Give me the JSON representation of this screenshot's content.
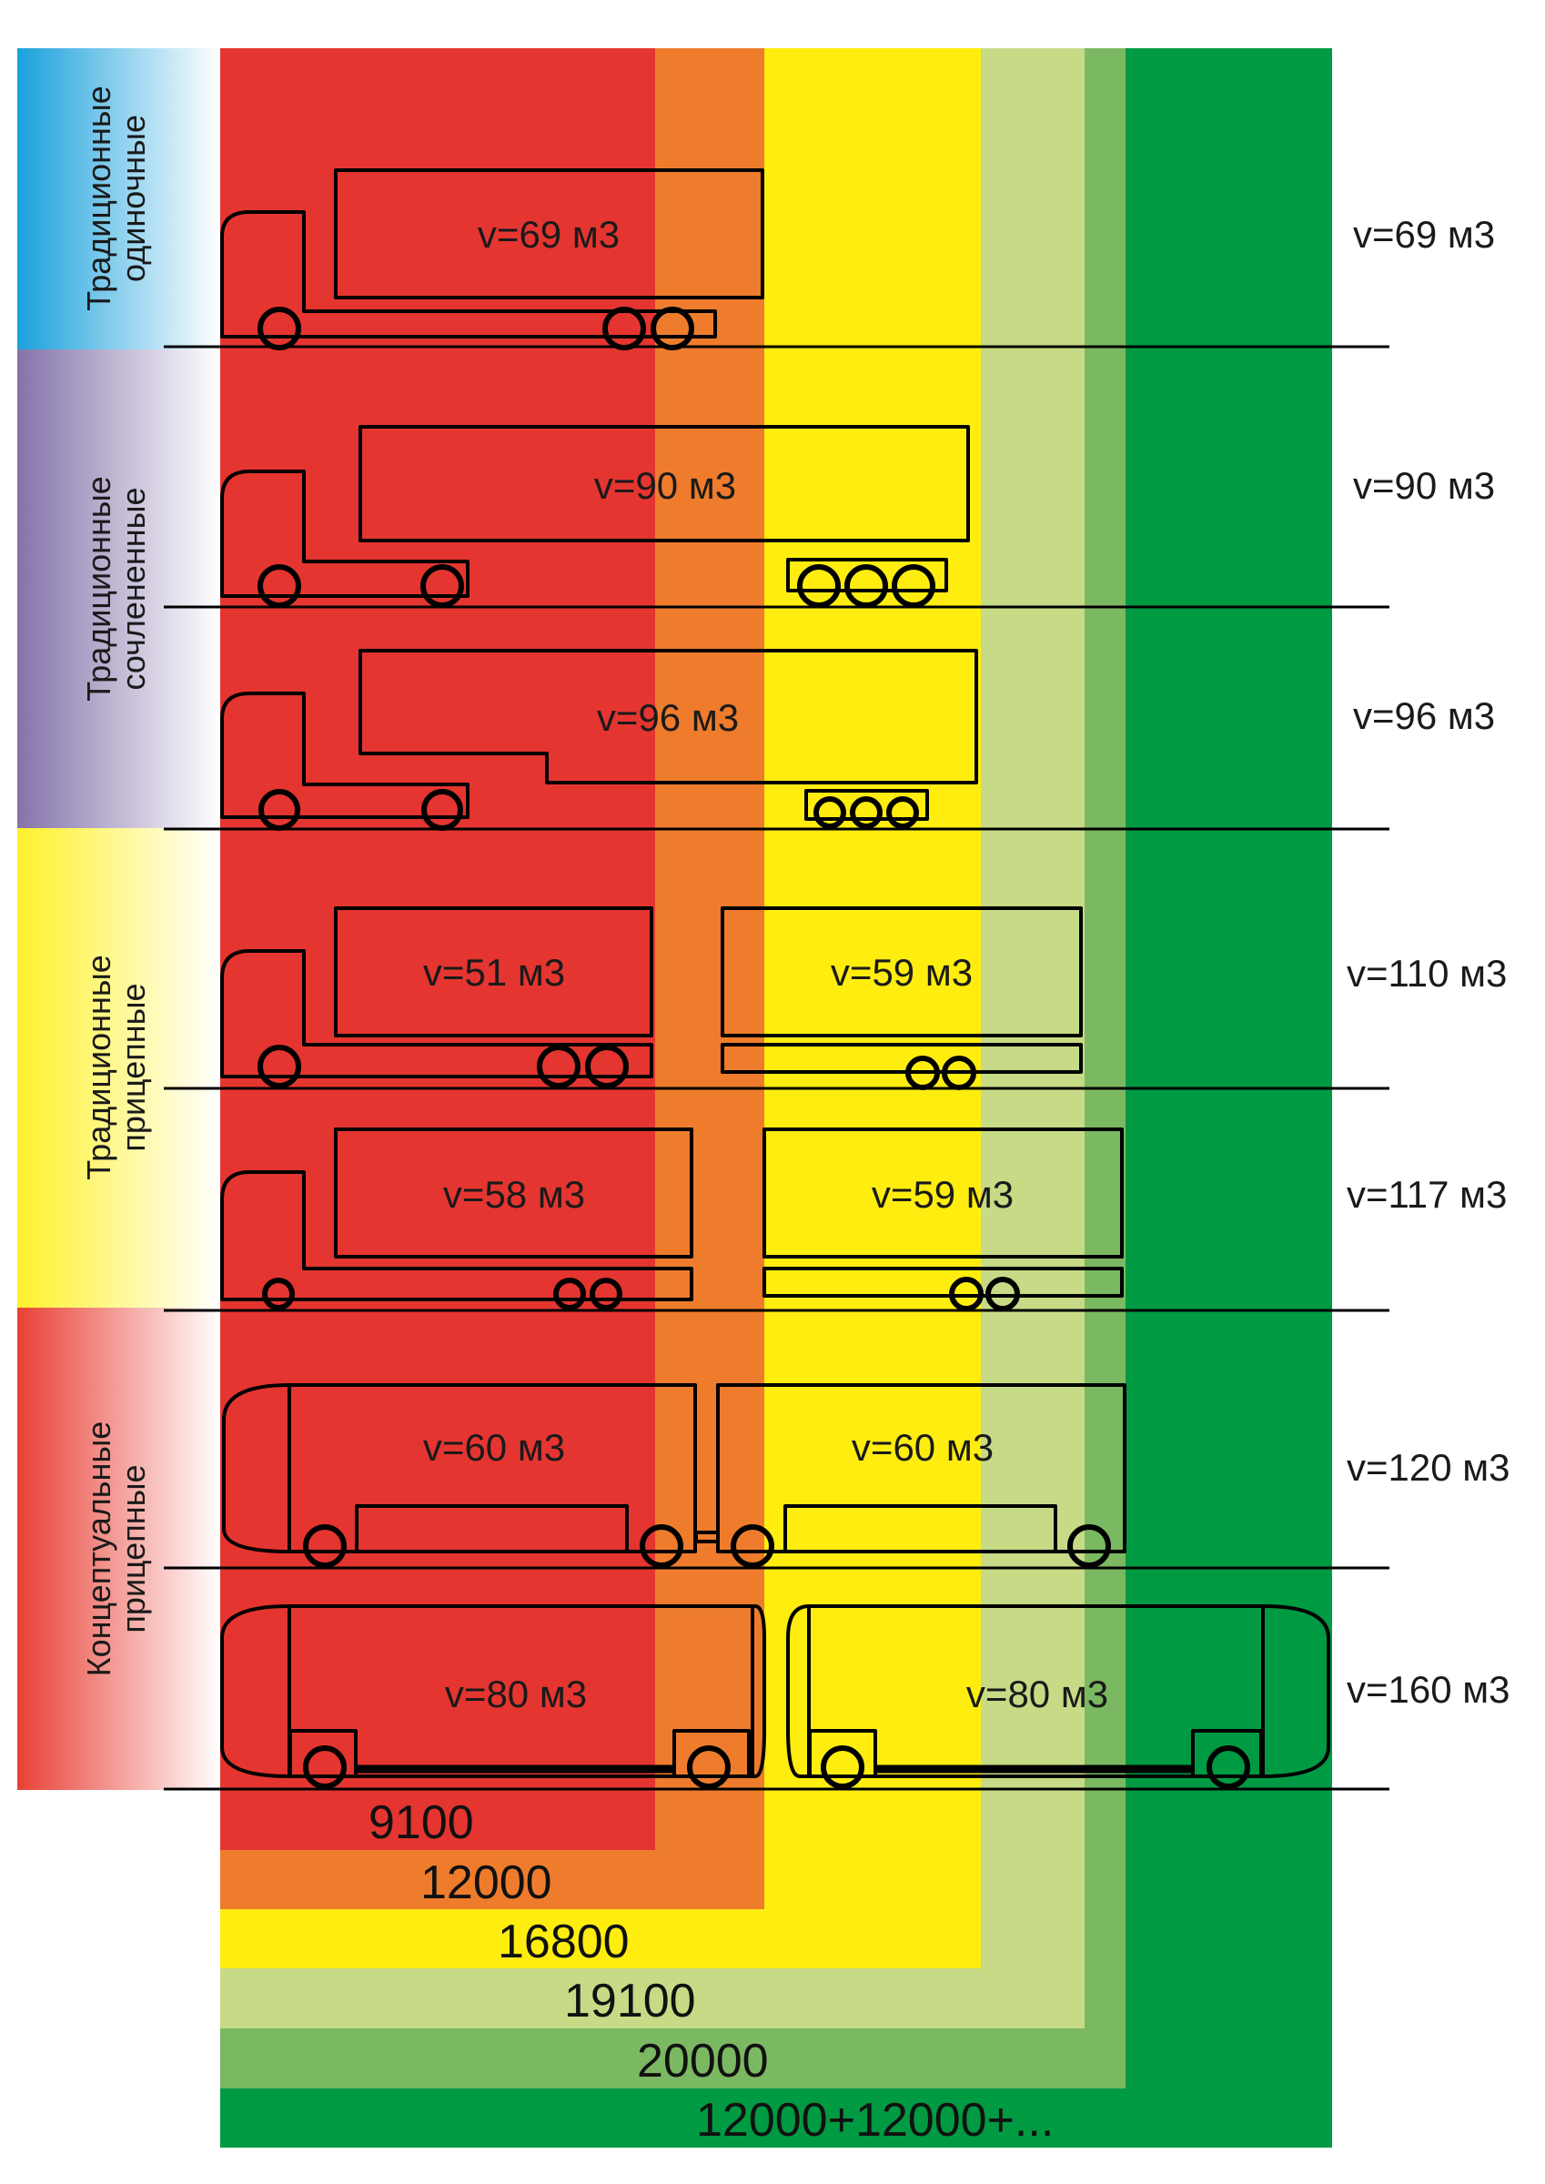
{
  "colors": {
    "zone_9100": "#e53530",
    "zone_12000": "#ee7c2c",
    "zone_16800": "#ffed10",
    "zone_19100": "#c7da86",
    "zone_20000": "#7bb862",
    "zone_multi": "#009a42",
    "group_single": "#1aa1dc",
    "group_articulated": "#8473aa",
    "group_trailer": "#fff12a",
    "group_concept": "#e84035"
  },
  "groups": [
    {
      "label_line1": "Традиционные",
      "label_line2": "одиночные"
    },
    {
      "label_line1": "Традиционные",
      "label_line2": "сочлененные"
    },
    {
      "label_line1": "Традиционные",
      "label_line2": "прицепные"
    },
    {
      "label_line1": "Концептуальные",
      "label_line2": "прицепные"
    }
  ],
  "vehicles": [
    {
      "volumes": [
        "v=69 м3"
      ],
      "total": "v=69 м3"
    },
    {
      "volumes": [
        "v=90 м3"
      ],
      "total": "v=90 м3"
    },
    {
      "volumes": [
        "v=96 м3"
      ],
      "total": "v=96 м3"
    },
    {
      "volumes": [
        "v=51 м3",
        "v=59 м3"
      ],
      "total": "v=110 м3"
    },
    {
      "volumes": [
        "v=58 м3",
        "v=59 м3"
      ],
      "total": "v=117 м3"
    },
    {
      "volumes": [
        "v=60 м3",
        "v=60 м3"
      ],
      "total": "v=120 м3"
    },
    {
      "volumes": [
        "v=80 м3",
        "v=80 м3"
      ],
      "total": "v=160 м3"
    }
  ],
  "length_limits": [
    "9100",
    "12000",
    "16800",
    "19100",
    "20000",
    "12000+12000+..."
  ]
}
